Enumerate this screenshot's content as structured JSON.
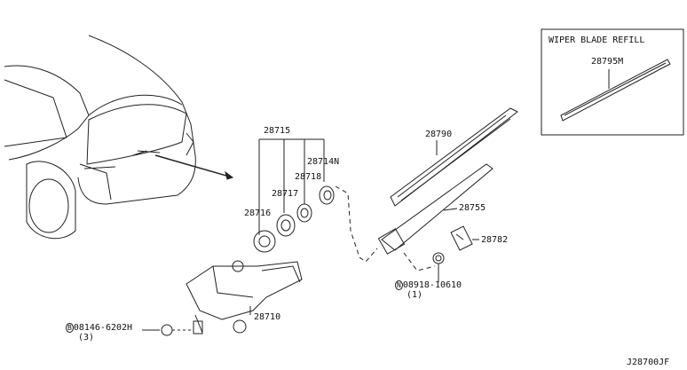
{
  "inset": {
    "title": "WIPER BLADE REFILL",
    "part": "28795M"
  },
  "parts": {
    "p28715": "28715",
    "p28714N": "28714N",
    "p28718": "28718",
    "p28717": "28717",
    "p28716": "28716",
    "p28710": "28710",
    "p28790": "28790",
    "p28755": "28755",
    "p28782": "28782"
  },
  "fasteners": {
    "nut": {
      "symbol": "N",
      "number": "08918-10610",
      "qty": "(1)"
    },
    "bolt": {
      "symbol": "B",
      "number": "08146-6202H",
      "qty": "(3)"
    }
  },
  "diagram_id": "J28700JF"
}
